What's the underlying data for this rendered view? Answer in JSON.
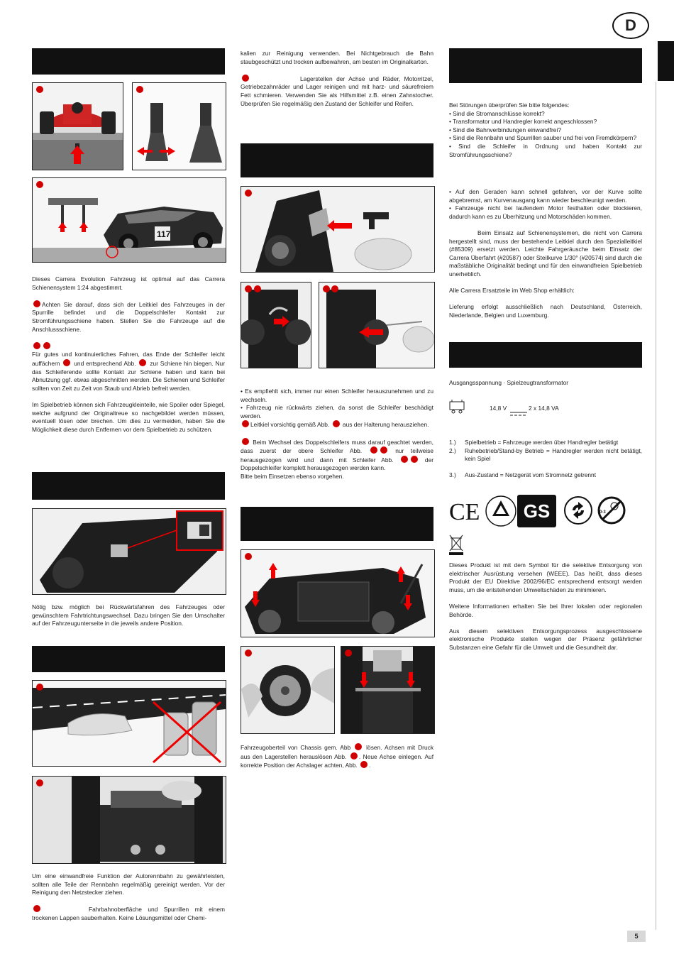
{
  "page": {
    "language_badge": "D",
    "page_number": "5"
  },
  "col1": {
    "p1": "Dieses Carrera Evolution Fahrzeug ist optimal auf das Carrera Schienensystem 1:24 abgestimmt.",
    "p2": "Achten Sie darauf, dass sich der Leitkiel des Fahrzeuges in der Spurrille befindet und die Doppelschleifer Kontakt zur Stromführungsschiene haben. Stellen Sie die Fahrzeuge auf die Anschlussschiene.",
    "p3a": "Für gutes und kontinuierliches Fahren, das Ende der Schleifer leicht auffächern",
    "p3b": "und entsprechend Abb.",
    "p3c": "zur Schiene hin biegen. Nur das Schleiferende sollte Kontakt zur Schiene haben und kann bei Abnutzung ggf. etwas abgeschnitten werden. Die Schienen und Schleifer sollten von Zeit zu Zeit von Staub und Abrieb befreit werden.",
    "p4": "Im Spielbetrieb können sich Fahrzeugkleinteile, wie Spoiler oder Spiegel, welche aufgrund der Originaltreue so nachgebildet werden müssen, eventuell lösen oder brechen. Um dies zu vermeiden, haben Sie die Möglichkeit diese durch Entfernen vor dem Spielbetrieb zu schützen.",
    "p5": "Nötig bzw. möglich bei Rückwärtsfahren des Fahrzeuges oder gewünschtem Fahrtrichtungswechsel. Dazu bringen Sie den Umschalter auf der Fahrzeugunterseite in die jeweils andere Position.",
    "p6": "Um eine einwandfreie Funktion der Autorennbahn zu gewährleisten, sollten alle Teile der Rennbahn regelmäßig gereinigt werden. Vor der Reinigung den Netzstecker ziehen.",
    "p7": "Fahrbahnoberfläche und Spurrillen mit einem trockenen Lappen sauberhalten. Keine Lösungsmittel oder Chemi-"
  },
  "col2": {
    "p1": "kalien zur Reinigung verwenden. Bei Nichtgebrauch die Bahn staubgeschützt und trocken aufbewahren, am besten im Originalkarton.",
    "p2": "Lagerstellen der Achse und Räder, Motorritzel, Getriebezahnräder und Lager reinigen und mit harz- und säurefreiem Fett schmieren. Verwenden Sie als Hilfsmittel z.B. einen Zahnstocher. Überprüfen Sie regelmäßig den Zustand der Schleifer und Reifen.",
    "b1": "• Es empfiehlt sich, immer nur einen Schleifer herauszunehmen und zu wechseln.",
    "b2": "• Fahrzeug nie rückwärts ziehen, da sonst die Schleifer beschädigt werden.",
    "b3a": "Leitkiel vorsichtig gemäß Abb.",
    "b3b": "aus der Halterung herausziehen.",
    "b4a": "Beim Wechsel des Doppelschleifers muss darauf geachtet werden, dass zuerst der obere Schleifer Abb.",
    "b4b": "nur teilweise herausgezogen wird und dann mit Schleifer Abb.",
    "b4c": "der Doppelschleifer komplett herausgezogen werden kann.",
    "b5": "Bitte beim Einsetzen ebenso vorgehen.",
    "p3a": "Fahrzeugoberteil von Chassis gem. Abb",
    "p3b": "lösen. Achsen mit Druck aus den Lagerstellen herauslösen Abb.",
    "p3c": ". Neue Achse einlegen. Auf korrekte Position der Achslager achten, Abb.",
    "p3d": "."
  },
  "col3": {
    "intro": "Bei Störungen überprüfen Sie bitte folgendes:",
    "checks": [
      "• Sind die Stromanschlüsse korrekt?",
      "• Transformator und Handregler korrekt angeschlossen?",
      "• Sind die Bahnverbindungen einwandfrei?",
      "• Sind die Rennbahn und Spurrillen sauber und frei von Fremdkörpern?",
      "• Sind die Schleifer in Ordnung und haben Kontakt zur Stromführungsschiene?"
    ],
    "tips": [
      "• Auf den Geraden kann schnell gefahren, vor der Kurve sollte abgebremst, am Kurvenausgang kann wieder beschleunigt werden.",
      "• Fahrzeuge nicht bei laufendem Motor festhalten oder blockieren, dadurch kann es zu Überhitzung und Motorschäden kommen."
    ],
    "rail": "Beim Einsatz auf Schienensystemen, die nicht von Carrera hergestellt sind, muss der bestehende Leitkiel durch den Spezialleitkiel (#85309) ersetzt werden. Leichte Fahrgeräusche beim Einsatz der Carrera Überfahrt (#20587) oder Steilkurve 1/30° (#20574) sind durch die maßstäbliche Originalität bedingt und für den einwandfreien Spielbetrieb unerheblich.",
    "shop": "Alle Carrera Ersatzteile im Web Shop erhältlich:",
    "delivery": "Lieferung erfolgt ausschließlich nach Deutschland, Österreich, Niederlande, Belgien und Luxemburg.",
    "voltage_label": "Ausgangsspannung · Spielzeugtransformator",
    "voltage_a": "14,8 V",
    "voltage_b": "2 x 14,8 VA",
    "modes": [
      {
        "num": "1.)",
        "text": "Spielbetrieb = Fahrzeuge werden über Handregler betätigt"
      },
      {
        "num": "2.)",
        "text": "Ruhebetrieb/Stand-by Betrieb = Handregler werden nicht betätigt, kein Spiel"
      },
      {
        "num": "3.)",
        "text": "Aus-Zustand = Netzgerät vom Stromnetz getrennt"
      }
    ],
    "ce_mark": "CE",
    "gs_mark": "GS",
    "age_mark": "0-3",
    "weee1": "Dieses Produkt ist mit dem Symbol für die selektive Entsorgung von elektrischer Ausrüstung versehen (WEEE). Das heißt, dass dieses Produkt der EU Direktive 2002/96/EC entsprechend entsorgt werden muss, um die entstehenden Umweltschäden zu minimieren.",
    "weee2": "Weitere Informationen erhalten Sie bei Ihrer lokalen oder regionalen Behörde.",
    "weee3": "Aus diesem selektiven Entsorgungsprozess ausgeschlossene elektronische Produkte stellen wegen der Präsenz gefährlicher Substanzen eine Gefahr für die Umwelt und die Gesundheit dar."
  },
  "figures": {
    "car_number": "117"
  }
}
